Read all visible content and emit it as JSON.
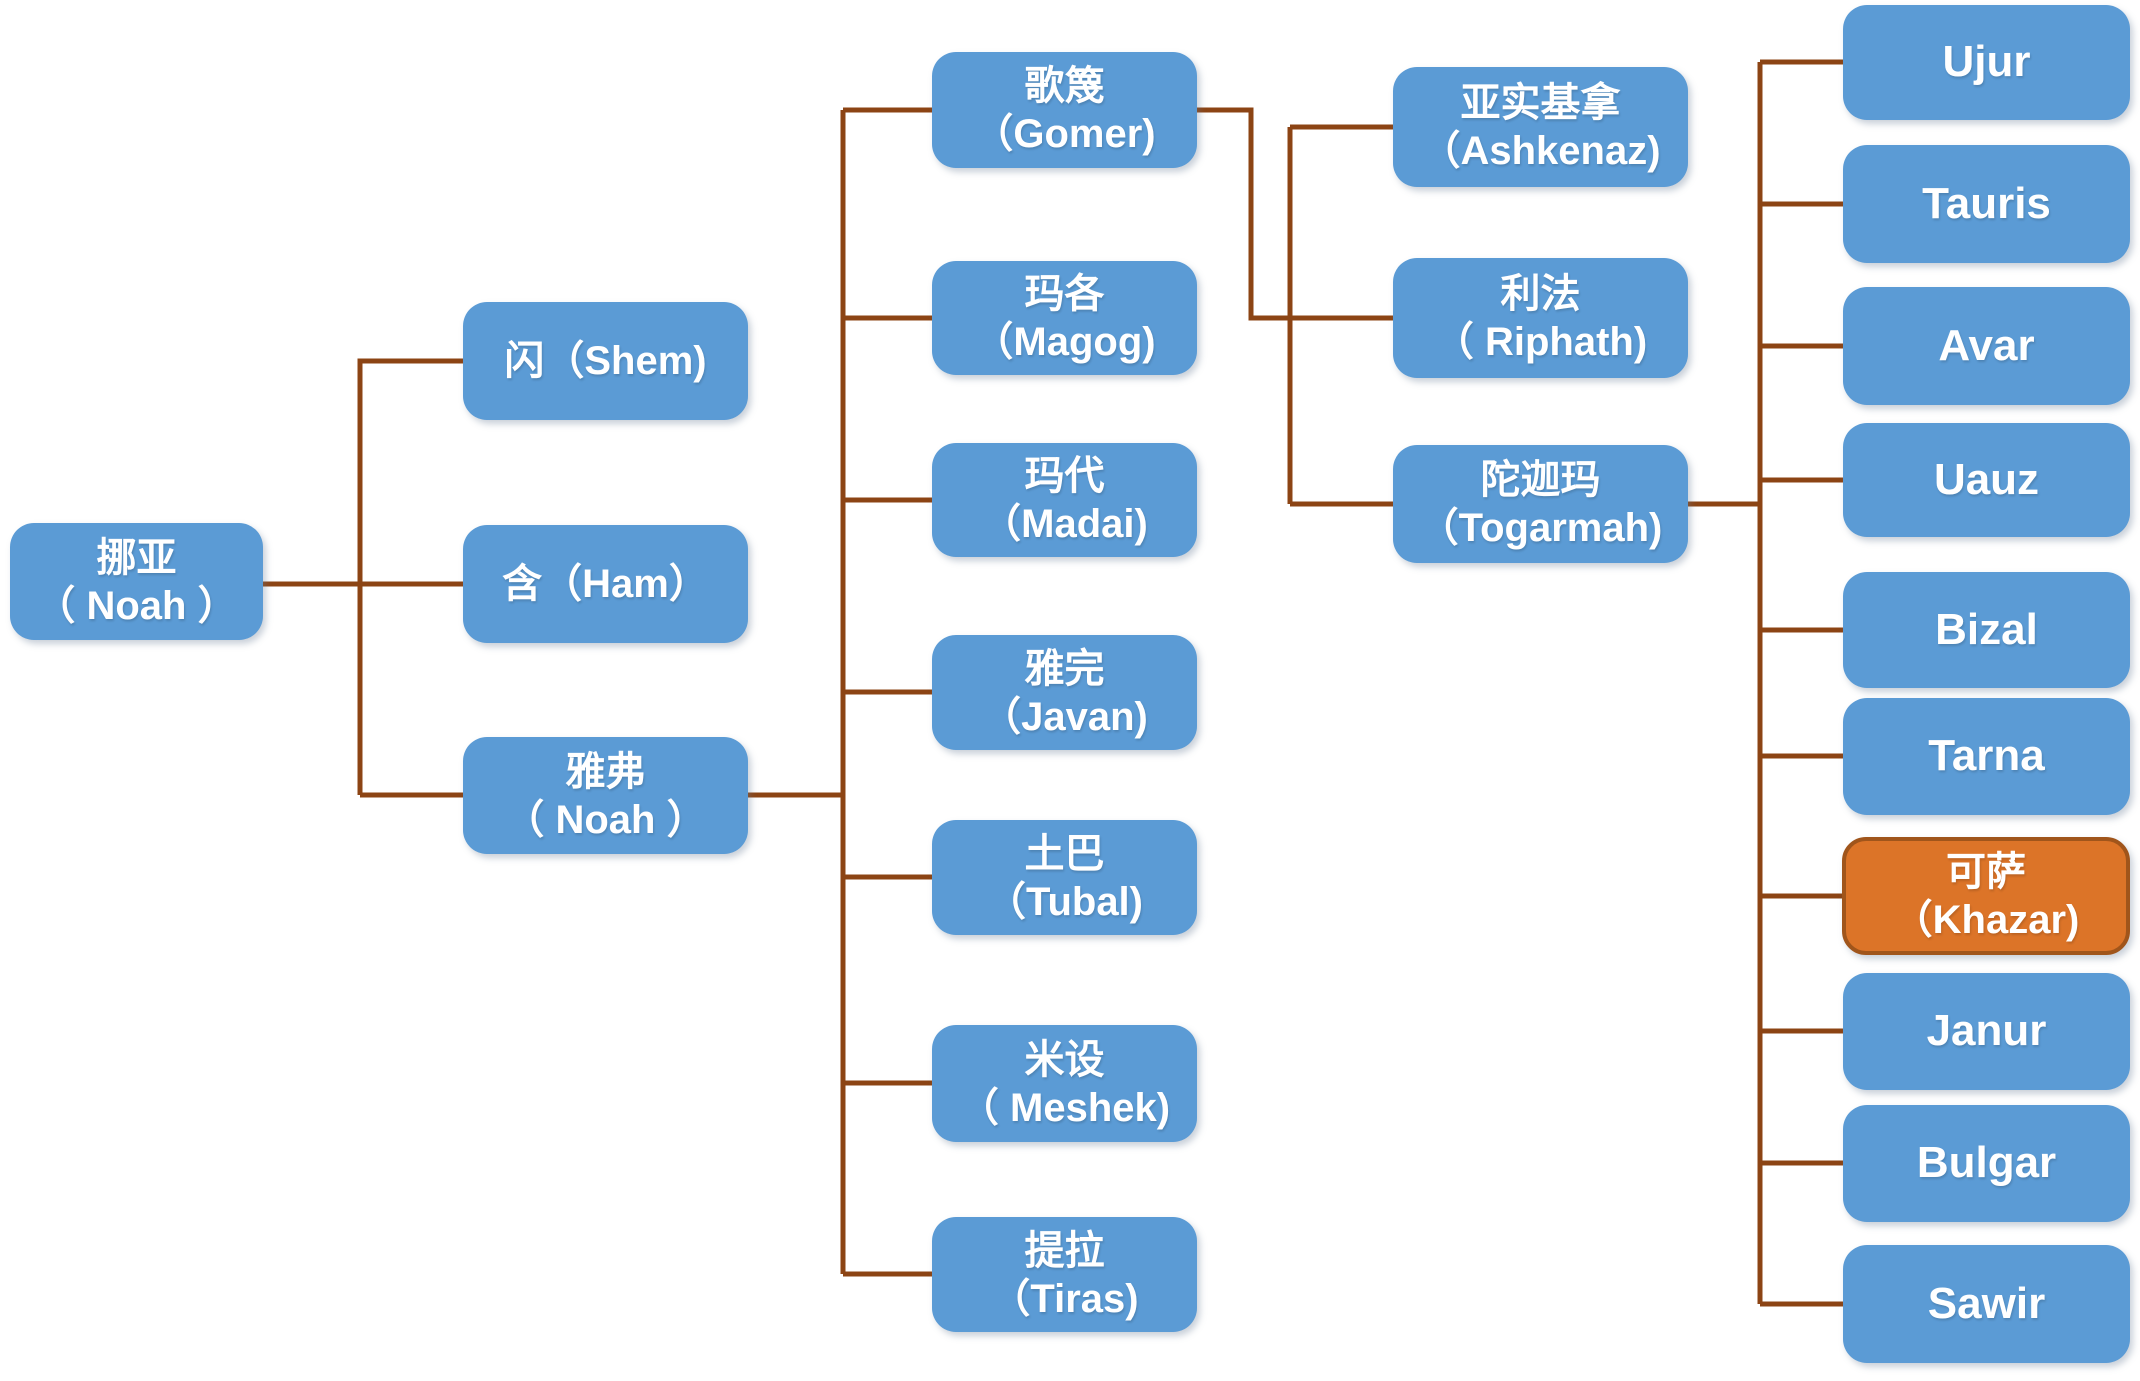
{
  "colors": {
    "node_fill": "#5B9BD5",
    "node_text": "#FFFFFF",
    "highlight_fill": "#DC7428",
    "highlight_border": "#A0551B",
    "connector_color": "#8C4414"
  },
  "diagram_type": "family-tree",
  "nodes": {
    "noah": {
      "line1": "挪亚",
      "line2": "（ Noah ）"
    },
    "shem": {
      "line1": "闪（Shem)"
    },
    "ham": {
      "line1": "含（Ham）"
    },
    "japheth": {
      "line1": "雅弗",
      "line2": "（ Noah ）"
    },
    "gomer": {
      "line1": "歌篾",
      "line2": "（Gomer)"
    },
    "magog": {
      "line1": "玛各",
      "line2": "（Magog)"
    },
    "madai": {
      "line1": "玛代",
      "line2": "（Madai)"
    },
    "javan": {
      "line1": "雅完",
      "line2": "（Javan)"
    },
    "tubal": {
      "line1": "土巴",
      "line2": "（Tubal)"
    },
    "meshek": {
      "line1": "米设",
      "line2": "（ Meshek)"
    },
    "tiras": {
      "line1": "提拉",
      "line2": "（Tiras)"
    },
    "ashkenaz": {
      "line1": "亚实基拿",
      "line2": "（Ashkenaz)"
    },
    "riphath": {
      "line1": "利法",
      "line2": "（ Riphath)"
    },
    "togarmah": {
      "line1": "陀迦玛",
      "line2": "（Togarmah)"
    },
    "ujur": {
      "line1": "Ujur"
    },
    "tauris": {
      "line1": "Tauris"
    },
    "avar": {
      "line1": "Avar"
    },
    "uauz": {
      "line1": "Uauz"
    },
    "bizal": {
      "line1": "Bizal"
    },
    "tarna": {
      "line1": "Tarna"
    },
    "khazar": {
      "line1": "可萨",
      "line2": "（Khazar)"
    },
    "janur": {
      "line1": "Janur"
    },
    "bulgar": {
      "line1": "Bulgar"
    },
    "sawir": {
      "line1": "Sawir"
    }
  }
}
